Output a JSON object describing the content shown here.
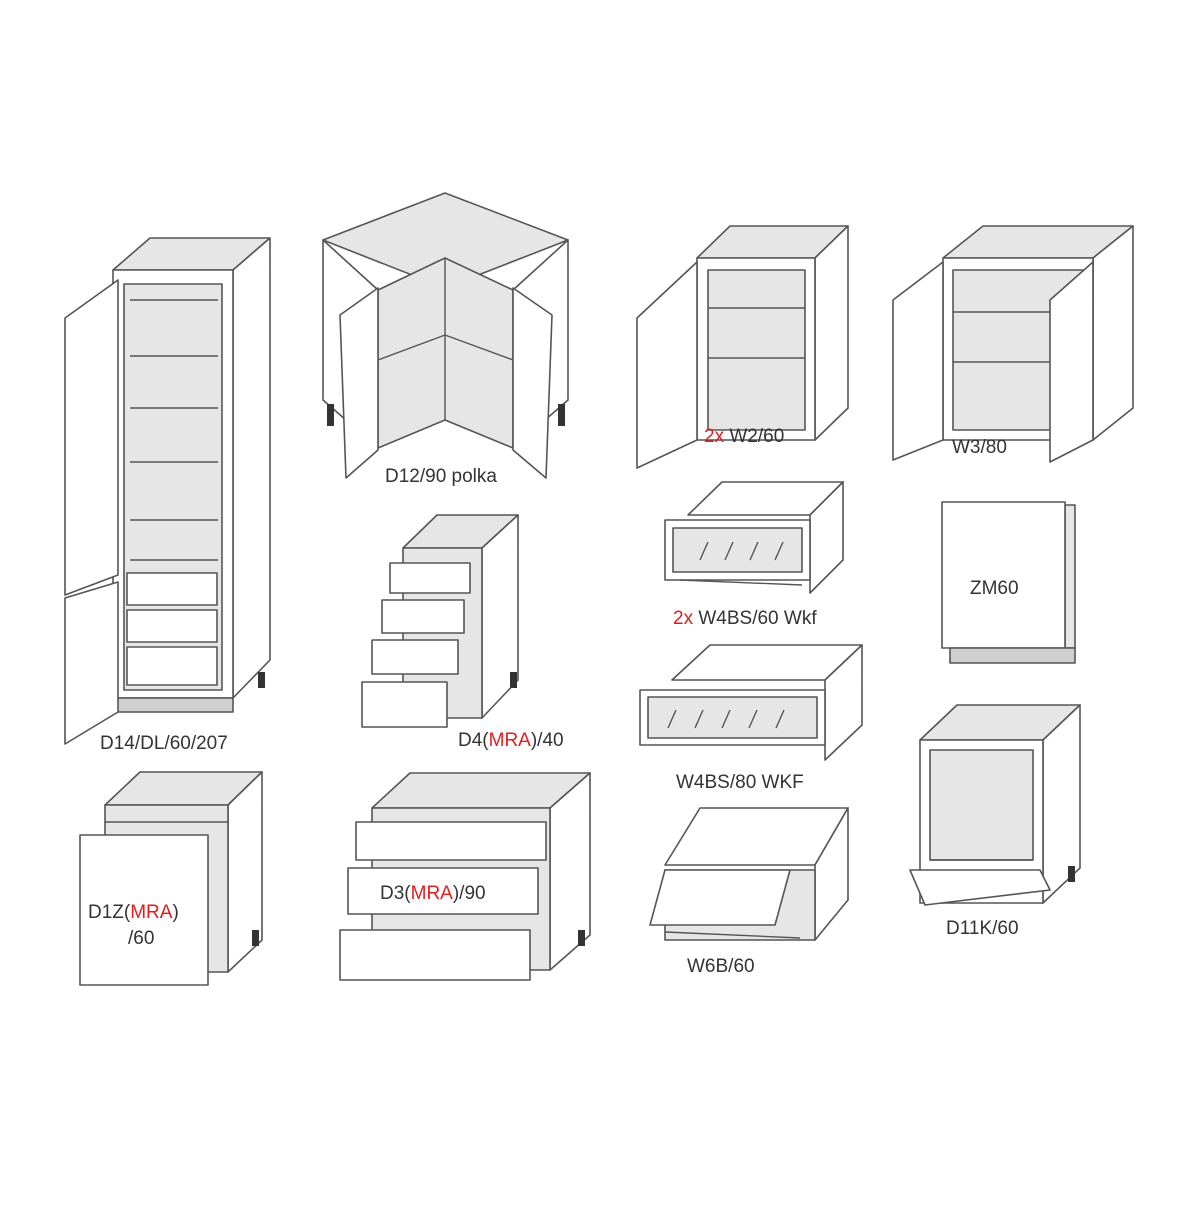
{
  "items": [
    {
      "code": "D14/DL/60/207"
    },
    {
      "code": "D12/90 polka"
    },
    {
      "qty": "2x",
      "code": "W2/60"
    },
    {
      "code": "W3/80"
    },
    {
      "pre": "D4(",
      "red": "MRA",
      "post": ")/40"
    },
    {
      "qty": "2x",
      "code": "W4BS/60 Wkf"
    },
    {
      "code": "ZM60"
    },
    {
      "code": "W4BS/80 WKF"
    },
    {
      "pre": "D1Z(",
      "red": "MRA",
      "post": ")",
      "line2": "/60"
    },
    {
      "pre": "D3(",
      "red": "MRA",
      "post": ")/90"
    },
    {
      "code": "W6B/60"
    },
    {
      "code": "D11K/60"
    }
  ],
  "colors": {
    "accent": "#e01e1e",
    "line": "#555555",
    "text": "#333333"
  }
}
